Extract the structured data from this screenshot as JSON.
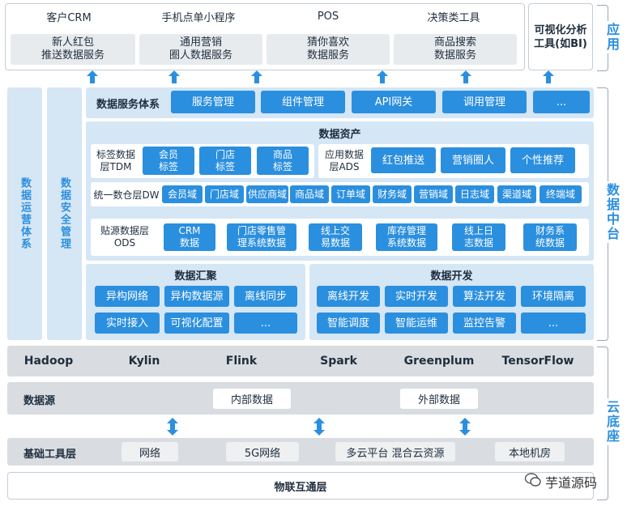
{
  "top_apps": [
    "客户CRM",
    "手机点单小程序",
    "POS",
    "决策类工具"
  ],
  "app_services": [
    [
      "新人红包",
      "推送数据服务"
    ],
    [
      "通用营销",
      "圈人数据服务"
    ],
    [
      "猜你喜欢",
      "数据服务"
    ],
    [
      "商品搜索",
      "数据服务"
    ]
  ],
  "bi_tool": [
    "可视化分析",
    "工具(如BI)"
  ],
  "side": {
    "yingyong": "应用",
    "shujuzhongtai": "数据中台",
    "yundizuo": "云底座"
  },
  "left_columns": {
    "ops": "数据运营体系",
    "security": "数据安全管理"
  },
  "service_system": {
    "label": "数据服务体系",
    "items": [
      "服务管理",
      "组件管理",
      "API网关",
      "调用管理",
      "..."
    ]
  },
  "assets": {
    "title": "数据资产",
    "tdm": {
      "label": [
        "标签数据",
        "层TDM"
      ],
      "items": [
        [
          "会员",
          "标签"
        ],
        [
          "门店",
          "标签"
        ],
        [
          "商品",
          "标签"
        ]
      ]
    },
    "ads": {
      "label": [
        "应用数据",
        "层ADS"
      ],
      "items": [
        "红包推送",
        "营销圈人",
        "个性推荐"
      ]
    },
    "dw": {
      "label": "统一数仓层DW",
      "items": [
        "会员域",
        "门店域",
        "供应商域",
        "商品域",
        "订单域",
        "财务域",
        "营销域",
        "日志域",
        "渠道域",
        "终端域"
      ]
    },
    "ods": {
      "label": [
        "贴源数据层",
        "ODS"
      ],
      "items": [
        [
          "CRM",
          "数据"
        ],
        [
          "门店零售管",
          "理系统数据"
        ],
        [
          "线上交",
          "易数据"
        ],
        [
          "库存管理",
          "系统数据"
        ],
        [
          "线上日",
          "志数据"
        ],
        [
          "财务系",
          "统数据"
        ]
      ]
    }
  },
  "aggregation": {
    "title": "数据汇聚",
    "items": [
      "异构网络",
      "异构数据源",
      "离线同步",
      "实时接入",
      "可视化配置",
      "..."
    ]
  },
  "development": {
    "title": "数据开发",
    "items": [
      "离线开发",
      "实时开发",
      "算法开发",
      "环境隔离",
      "智能调度",
      "智能运维",
      "监控告警",
      "..."
    ]
  },
  "engines": [
    "Hadoop",
    "Kylin",
    "Flink",
    "Spark",
    "Greenplum",
    "TensorFlow"
  ],
  "datasource": {
    "label": "数据源",
    "items": [
      "内部数据",
      "外部数据"
    ]
  },
  "infra": {
    "label": "基础工具层",
    "items": [
      "网络",
      "5G网络",
      "多云平台 混合云资源",
      "本地机房"
    ]
  },
  "iot": "物联互通层",
  "watermark": "芋道源码"
}
